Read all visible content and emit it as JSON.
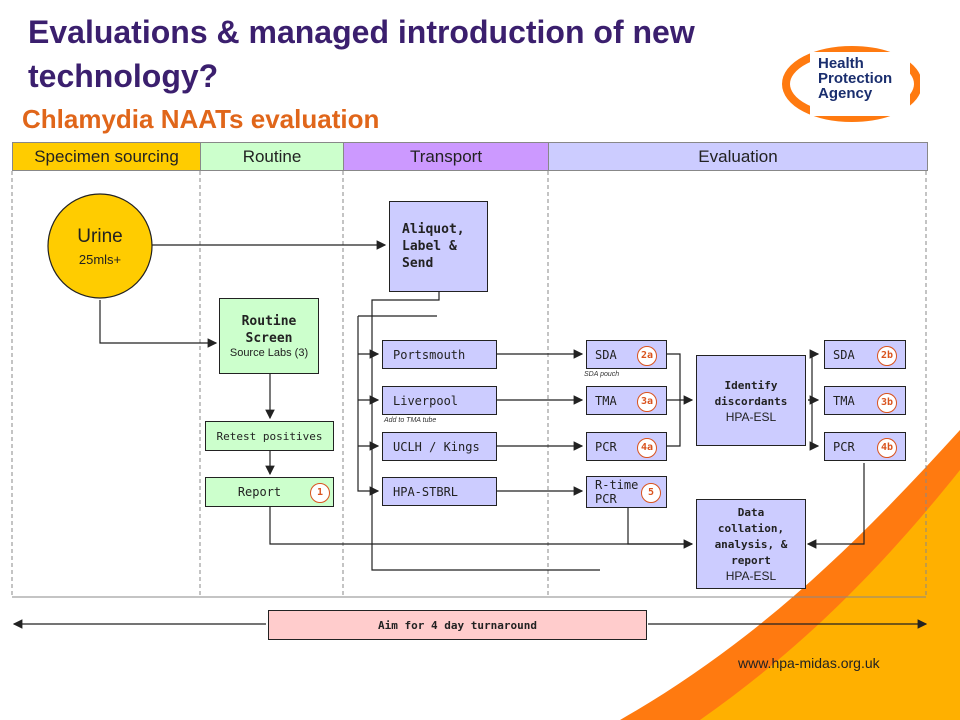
{
  "title": "Evaluations & managed introduction of new technology?",
  "subtitle": "Chlamydia NAATs evaluation",
  "logo": {
    "lines": [
      "Health",
      "Protection",
      "Agency"
    ]
  },
  "stages": [
    "Specimen sourcing",
    "Routine",
    "Transport",
    "Evaluation"
  ],
  "urine": {
    "title": "Urine",
    "sub": "25mls+"
  },
  "aliquot": "Aliquot, Label & Send",
  "routine_screen": {
    "title": "Routine Screen",
    "sub": "Source Labs (3)"
  },
  "retest": "Retest positives",
  "report": {
    "label": "Report",
    "badge": "1"
  },
  "sites": [
    "Portsmouth",
    "Liverpool",
    "UCLH / Kings",
    "HPA-STBRL"
  ],
  "tests_a": [
    {
      "label": "SDA",
      "badge": "2a"
    },
    {
      "label": "TMA",
      "badge": "3a"
    },
    {
      "label": "PCR",
      "badge": "4a"
    },
    {
      "label": "R-time PCR",
      "badge": "5"
    }
  ],
  "notes": {
    "sda_pouch": "SDA pouch",
    "tma_tube": "Add to TMA tube"
  },
  "identify": {
    "title": "Identify discordants",
    "sub": "HPA-ESL"
  },
  "tests_b": [
    {
      "label": "SDA",
      "badge": "2b"
    },
    {
      "label": "TMA",
      "badge": "3b"
    },
    {
      "label": "PCR",
      "badge": "4b"
    }
  ],
  "data_box": {
    "title": "Data collation, analysis, & report",
    "sub": "HPA-ESL"
  },
  "aim": "Aim for 4 day turnaround",
  "url": "www.hpa-midas.org.uk",
  "colors": {
    "title": "#3b1f6e",
    "subtitle": "#e0661a",
    "specimen": "#ffcc00",
    "routine": "#ccffcc",
    "transport": "#cc99ff",
    "evaluation": "#ccccff",
    "box_purple": "#ccccff",
    "aim": "#ffcccc",
    "accent_orange": "#ff6a00"
  }
}
